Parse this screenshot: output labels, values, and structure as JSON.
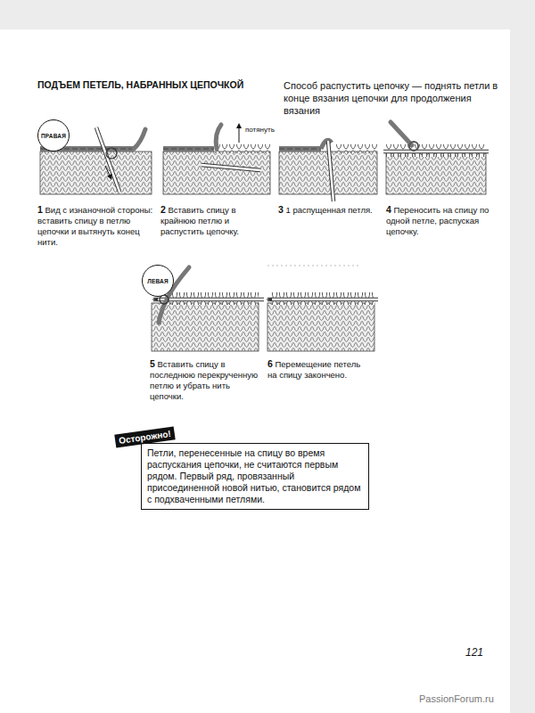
{
  "diagram": {
    "title": "ПОДЪЕМ ПЕТЕЛЬ, НАБРАННЫХ ЦЕПОЧКОЙ",
    "nodes": [
      {
        "text": [
          "ПРАВАЯ"
        ]
      },
      {
        "text": [
          "ЛЕВАЯ"
        ]
      },
      {
        "text": [
          "Осторожно!",
          "Петли, перенесенные на спицу во время распускания цепочки, не считаются первым рядом. Первый ряд, провязанный присоединенной новой нитью, становится рядом с подхваченными петлями."
        ]
      }
    ],
    "labels": [
      "Способ распустить цепочку — поднять петли в конце вязания цепочки для продолжения вязания",
      "потянуть",
      "1",
      "Вид с изнаночной стороны: вставить спицу в петлю цепочки и вытянуть конец нити.",
      "2",
      "Вставить спицу в крайнюю петлю и распустить цепочку.",
      "3",
      "1 распущенная петля.",
      "4",
      "Переносить на спицу по одной петле, распуская цепочку.",
      "5",
      "Вставить спицу в последнюю перекрученную петлю и убрать нить цепочки.",
      "6",
      "Перемещение петель на спицу закончено.",
      "121",
      "PassionForum.ru"
    ]
  }
}
